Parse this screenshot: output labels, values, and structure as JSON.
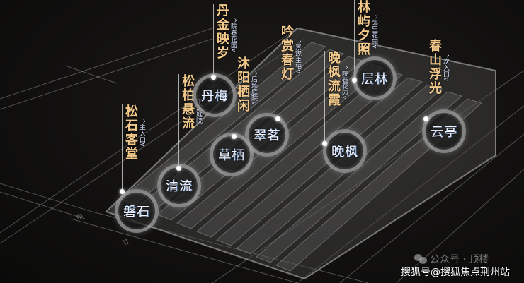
{
  "map": {
    "type": "residential-site-plan",
    "theme_colors": {
      "label_gold": "#f3c98b",
      "sub_label": "#d9e3ff",
      "node_text": "#eef1ff",
      "background": "#0d0c0b"
    }
  },
  "areas": [
    {
      "id": "songshi",
      "node": "磐石",
      "title": "松石客堂",
      "sub": "^主入口v"
    },
    {
      "id": "songbai",
      "node": "清流",
      "title": "松柏悬流",
      "sub": "下沉庭院"
    },
    {
      "id": "danjin",
      "node": "丹梅",
      "title": "丹金映岁",
      "sub": "^院巷花园v"
    },
    {
      "id": "muyang",
      "node": "草栖",
      "title": "沐阳栖闲",
      "sub": "^后场庭院v"
    },
    {
      "id": "yinshang",
      "node": "翠茗",
      "title": "吟赏春灯",
      "sub": "^景观主轴v"
    },
    {
      "id": "wanfeng",
      "node": "晚枫",
      "title": "晚枫流霞",
      "sub": "^院巷花园v"
    },
    {
      "id": "linyu",
      "node": "层林",
      "title": "林屿夕照",
      "sub": "^邻里花园v"
    },
    {
      "id": "chunshan",
      "node": "云亭",
      "title": "春山浮光",
      "sub": "^次入口v"
    }
  ],
  "road_marks": {
    "mark1": "中",
    "mark2": "江"
  },
  "watermark": {
    "account": "公众号 · 顶楼",
    "credit": "搜狐号@搜狐焦点荆州站"
  }
}
